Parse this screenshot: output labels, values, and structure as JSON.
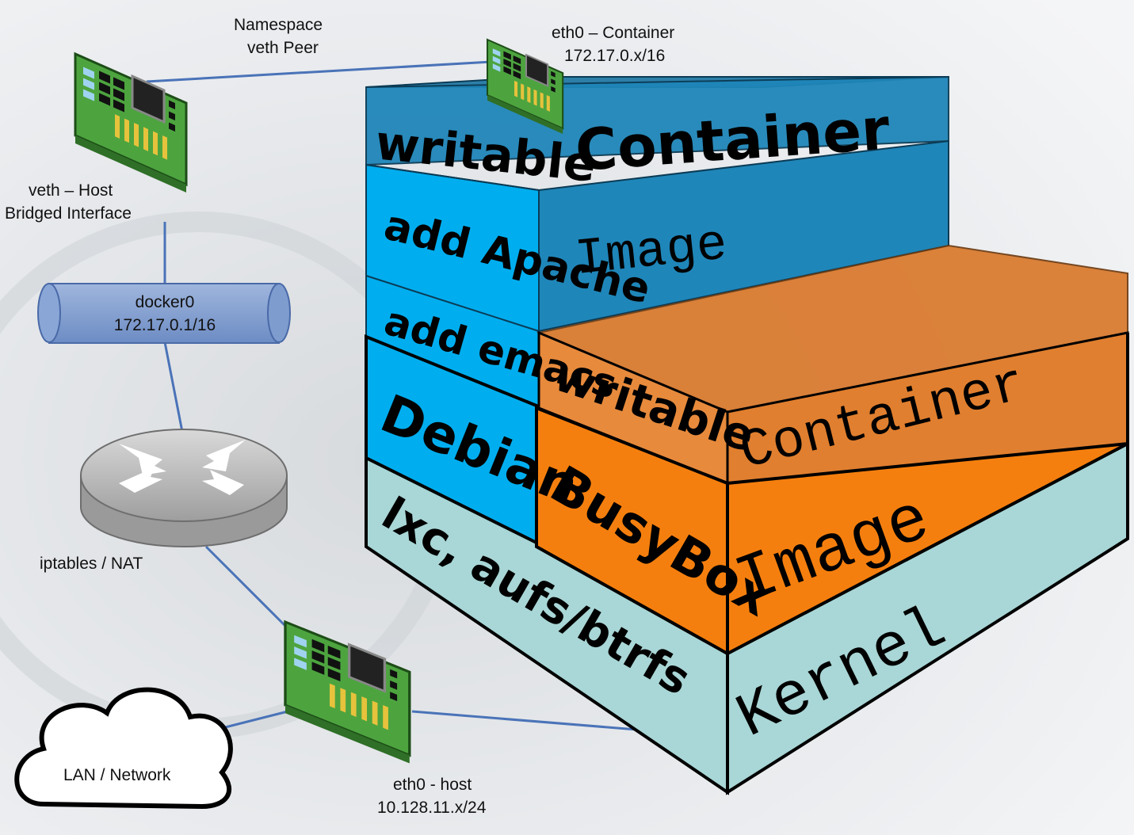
{
  "network": {
    "namespace_label_line1": "Namespace",
    "namespace_label_line2": "veth Peer",
    "eth0_container_line1": "eth0 – Container",
    "eth0_container_line2": "172.17.0.x/16",
    "veth_host_line1": "veth – Host",
    "veth_host_line2": "Bridged Interface",
    "docker0_line1": "docker0",
    "docker0_line2": "172.17.0.1/16",
    "iptables_label": "iptables / NAT",
    "lan_label": "LAN / Network",
    "eth0_host_line1": "eth0 - host",
    "eth0_host_line2": "10.128.11.x/24"
  },
  "stack": {
    "blue_writable": "writable",
    "blue_container": "Container",
    "add_apache": "add Apache",
    "blue_image": "Image",
    "add_emacs": "add emacs",
    "debian": "Debian",
    "orange_writable": "writable",
    "orange_container": "Container",
    "busybox": "BusyBox",
    "orange_image": "Image",
    "lxc": "lxc, aufs/btrfs",
    "kernel": "Kernel"
  },
  "colors": {
    "blue_layer": "#00aeef",
    "blue_dark": "#1c7fae",
    "orange_layer": "#f57f0e",
    "orange_dark": "#d66a08",
    "kernel_layer": "#a9d6d6",
    "link_line": "#4a73b8",
    "nic_board": "#57b947",
    "router": "#b8b8b8",
    "docker0": "#7f9ccf"
  }
}
